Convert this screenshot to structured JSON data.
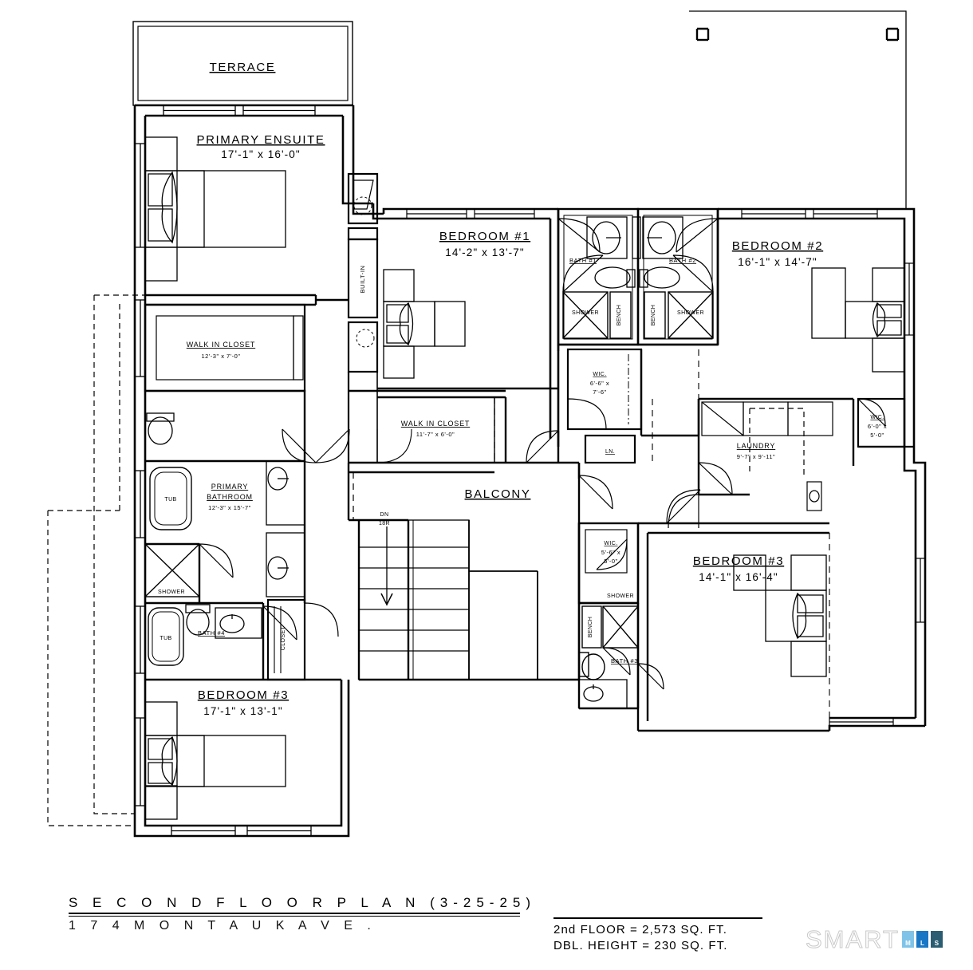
{
  "title_block": {
    "plan_title": "S E C O N D   F L O O R   P L A N   (3-25-25)",
    "address": "1 7 4     M O N T A U K     A V E ."
  },
  "areas": {
    "second_floor": "2nd FLOOR = 2,573 SQ. FT.",
    "double_height": "DBL. HEIGHT = 230 SQ. FT."
  },
  "watermark": {
    "word": "SMART",
    "m": "M",
    "l": "L",
    "s": "S"
  },
  "rooms": [
    {
      "id": "terrace",
      "name": "TERRACE",
      "dim": ""
    },
    {
      "id": "primary-ensuite",
      "name": "PRIMARY ENSUITE",
      "dim": "17'-1\" x 16'-0\""
    },
    {
      "id": "bedroom-1",
      "name": "BEDROOM #1",
      "dim": "14'-2\" x 13'-7\""
    },
    {
      "id": "bedroom-2",
      "name": "BEDROOM #2",
      "dim": "16'-1\" x 14'-7\""
    },
    {
      "id": "bedroom-3-right",
      "name": "BEDROOM #3",
      "dim": "14'-1\" x 16'-4\""
    },
    {
      "id": "bedroom-3-left",
      "name": "BEDROOM #3",
      "dim": "17'-1\" x 13'-1\""
    },
    {
      "id": "walk-in-closet-1",
      "name": "WALK IN CLOSET",
      "dim": "12'-3\" x 7'-0\""
    },
    {
      "id": "walk-in-closet-2",
      "name": "WALK IN CLOSET",
      "dim": "11'-7\" x 6'-0\""
    },
    {
      "id": "primary-bathroom",
      "name": "PRIMARY BATHROOM",
      "dim": "12'-3\" x 15'-7\""
    },
    {
      "id": "laundry",
      "name": "LAUNDRY",
      "dim": "9'-7\" x 9'-11\""
    },
    {
      "id": "balcony",
      "name": "BALCONY",
      "dim": ""
    }
  ],
  "labels": {
    "terrace": "TERRACE",
    "primary_ensuite_name": "PRIMARY ENSUITE",
    "primary_ensuite_dim": "17'-1\" x 16'-0\"",
    "bedroom1_name": "BEDROOM #1",
    "bedroom1_dim": "14'-2\" x 13'-7\"",
    "bedroom2_name": "BEDROOM #2",
    "bedroom2_dim": "16'-1\" x 14'-7\"",
    "bedroom3r_name": "BEDROOM #3",
    "bedroom3r_dim": "14'-1\" x 16'-4\"",
    "bedroom3l_name": "BEDROOM #3",
    "bedroom3l_dim": "17'-1\" x 13'-1\"",
    "wic1_name": "WALK IN CLOSET",
    "wic1_dim": "12'-3\" x 7'-0\"",
    "wic2_name": "WALK IN CLOSET",
    "wic2_dim": "11'-7\" x 6'-0\"",
    "primary_bath_name1": "PRIMARY",
    "primary_bath_name2": "BATHROOM",
    "primary_bath_dim": "12'-3\" x 15'-7\"",
    "laundry_name": "LAUNDRY",
    "laundry_dim": "9'-7\" x 9'-11\"",
    "balcony": "BALCONY",
    "bath1": "BATH #1",
    "bath2": "BATH #2",
    "bath3": "BATH #3",
    "bath4": "BATH #4",
    "shower": "SHOWER",
    "bench": "BENCH",
    "tub": "TUB",
    "closet": "CLOSET",
    "built_in": "BUILT-IN",
    "linen": "LN.",
    "wic_small_name": "WIC.",
    "wic_center_dim1": "6'-6\" x",
    "wic_center_dim2": "7'-6\"",
    "wic_right_dim1": "6'-0\" x",
    "wic_right_dim2": "5'-0\"",
    "wic_bath3_dim1": "5'-6\" x",
    "wic_bath3_dim2": "5'-0\"",
    "stair_dn": "DN",
    "stair_risers": "18R"
  },
  "colors": {
    "ink": "#000000",
    "paper": "#ffffff",
    "watermark_outline": "#c9c9c9",
    "mls_m": "#7fc4e8",
    "mls_l": "#1877c4",
    "mls_s": "#2b5d72"
  }
}
